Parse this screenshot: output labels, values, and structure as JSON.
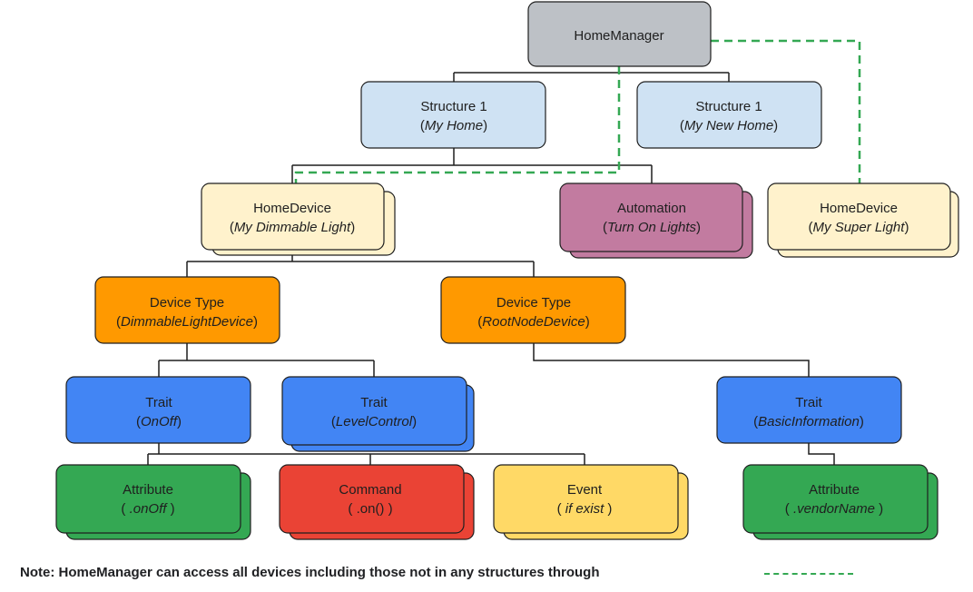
{
  "nodes": {
    "home_manager": {
      "title": "HomeManager",
      "subtitle": ""
    },
    "structure_1": {
      "title": "Structure 1",
      "subtitle": "My Home"
    },
    "structure_2": {
      "title": "Structure 1",
      "subtitle": "My New Home"
    },
    "device_dimmable": {
      "title": "HomeDevice",
      "subtitle": "My Dimmable Light"
    },
    "automation": {
      "title": "Automation",
      "subtitle": "Turn On Lights"
    },
    "device_super": {
      "title": "HomeDevice",
      "subtitle": "My Super Light"
    },
    "type_dimmable": {
      "title": "Device Type",
      "subtitle": "DimmableLightDevice"
    },
    "type_root": {
      "title": "Device Type",
      "subtitle": "RootNodeDevice"
    },
    "trait_onoff": {
      "title": "Trait",
      "subtitle": "OnOff"
    },
    "trait_level": {
      "title": "Trait",
      "subtitle": "LevelControl"
    },
    "trait_basic": {
      "title": "Trait",
      "subtitle": "BasicInformation"
    },
    "attr_onoff": {
      "title": "Attribute",
      "subtitle": ".onOff"
    },
    "command_on": {
      "title": "Command",
      "subtitle": ".on()"
    },
    "event": {
      "title": "Event",
      "subtitle": "if exist"
    },
    "attr_vendor": {
      "title": "Attribute",
      "subtitle": ".vendorName"
    }
  },
  "colors": {
    "home_manager": "#bdc1c6",
    "structure": "#cfe2f3",
    "home_device": "#fff2cc",
    "automation": "#c27ba0",
    "device_type": "#ff9900",
    "trait": "#4285f4",
    "attribute": "#34a853",
    "command": "#ea4335",
    "event": "#ffd966",
    "dashed_access": "#34a853"
  },
  "note": "Note: HomeManager can access all devices including those not in any structures through"
}
